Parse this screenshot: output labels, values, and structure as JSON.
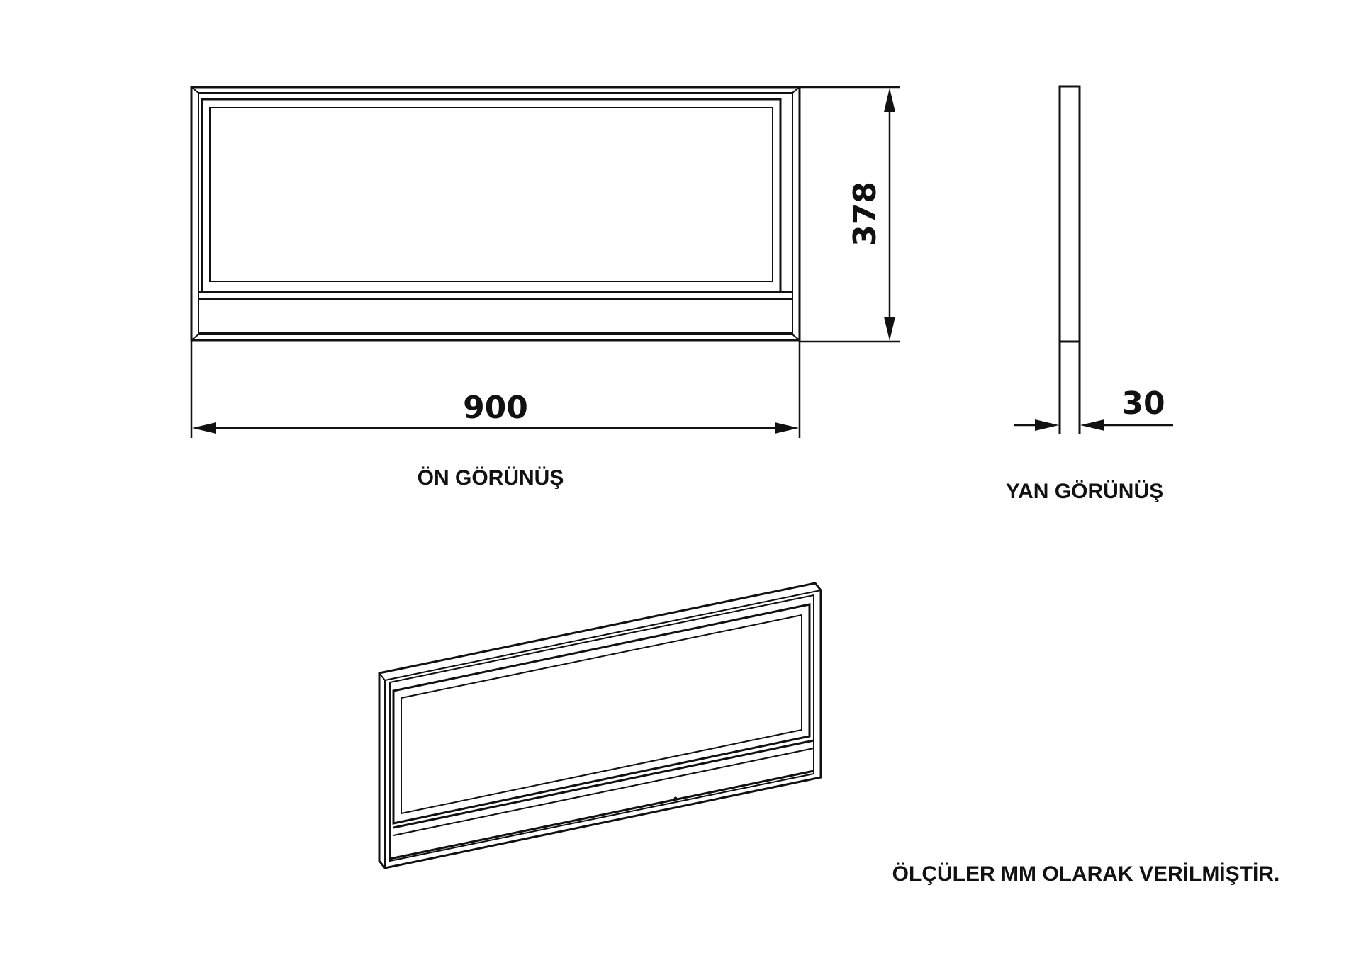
{
  "dimensions": {
    "width": "900",
    "height": "378",
    "depth": "30"
  },
  "labels": {
    "front_view": "ÖN GÖRÜNÜŞ",
    "side_view": "YAN GÖRÜNÜŞ",
    "units_note": "ÖLÇÜLER MM OLARAK VERİLMİŞTİR."
  },
  "colors": {
    "ink": "#111111",
    "background": "#ffffff"
  }
}
